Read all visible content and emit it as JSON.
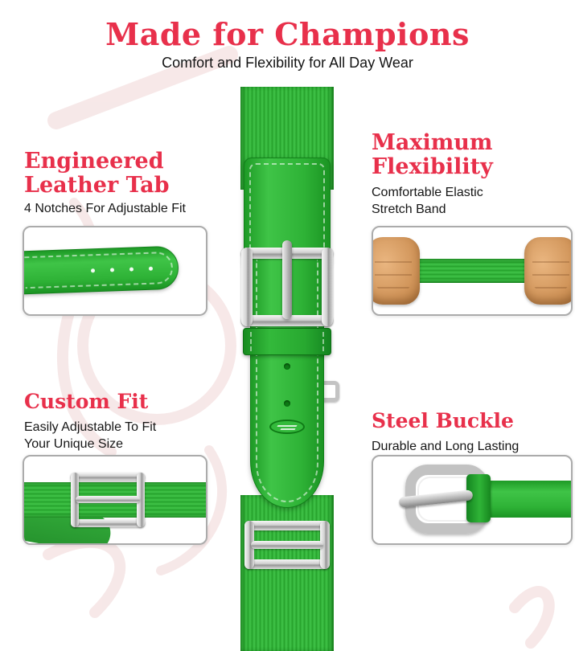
{
  "header": {
    "title": "Made for Champions",
    "subtitle": "Comfort and Flexibility for All Day Wear"
  },
  "features": {
    "leather_tab": {
      "heading": "Engineered Leather Tab",
      "description": "4 Notches For Adjustable Fit"
    },
    "flexibility": {
      "heading": "Maximum Flexibility",
      "description": "Comfortable Elastic Stretch Band"
    },
    "custom_fit": {
      "heading": "Custom Fit",
      "description": "Easily Adjustable To Fit Your Unique Size"
    },
    "steel_buckle": {
      "heading": "Steel Buckle",
      "description": "Durable and Long Lasting"
    }
  },
  "colors": {
    "accent_red": "#E8304B",
    "belt_green": "#2FB334",
    "belt_green_dark": "#1B9423",
    "steel_silver": "#C2C2C2",
    "box_border": "#ABABAB",
    "watermark_pink": "#F0D6D6",
    "text_black": "#141414"
  }
}
